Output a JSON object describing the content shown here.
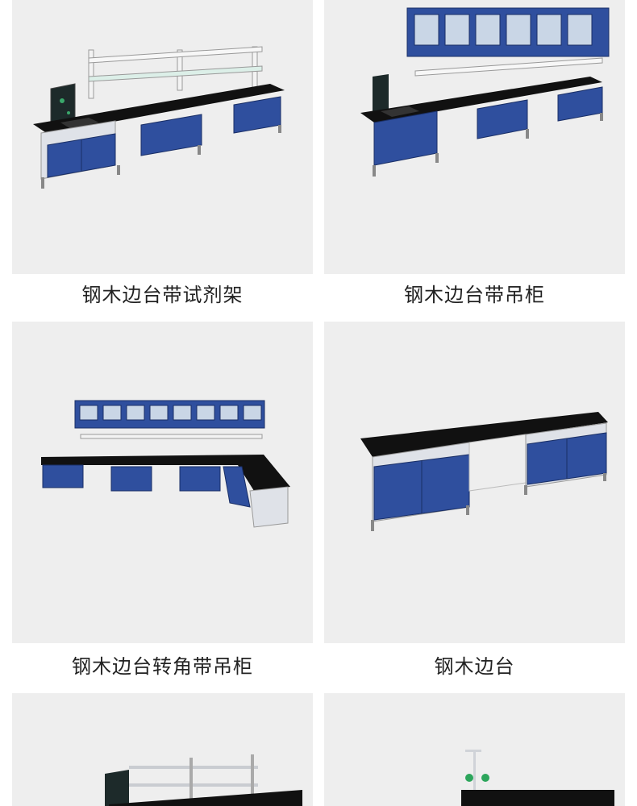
{
  "products": [
    {
      "id": "reagent-shelf",
      "caption": "钢木边台带试剂架"
    },
    {
      "id": "wall-cabinet",
      "caption": "钢木边台带吊柜"
    },
    {
      "id": "corner-wall-cabinet",
      "caption": "钢木边台转角带吊柜"
    },
    {
      "id": "plain",
      "caption": "钢木边台"
    },
    {
      "id": "item-5",
      "caption": ""
    },
    {
      "id": "item-6",
      "caption": ""
    }
  ],
  "colors": {
    "panel_bg": "#eeeeee",
    "cabinet_blue": "#2f4f9e",
    "cabinet_blue_dark": "#223b7c",
    "countertop": "#111111",
    "frame_white": "#e6e8ec",
    "caption_text": "#222222"
  }
}
